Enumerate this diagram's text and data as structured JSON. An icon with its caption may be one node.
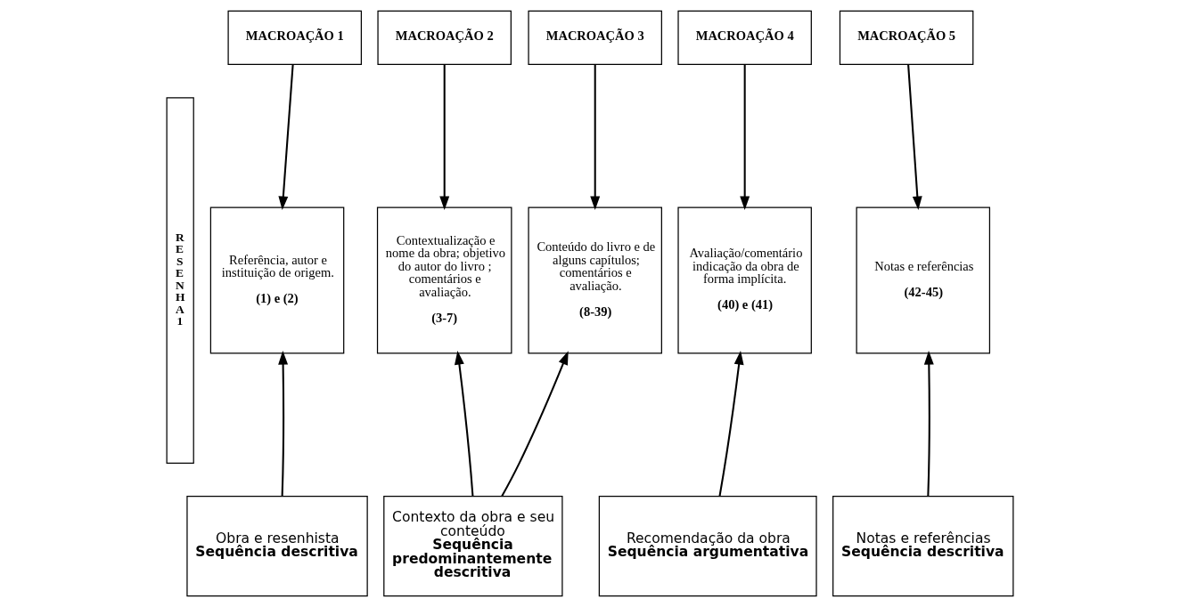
{
  "diagram": {
    "nodes": [
      {
        "text": [
          "R E S E N H A 1"
        ]
      },
      {
        "text": [
          "MACROAÇÃO 1"
        ]
      },
      {
        "text": [
          "MACROAÇÃO 2"
        ]
      },
      {
        "text": [
          "MACROAÇÃO 3"
        ]
      },
      {
        "text": [
          "MACROAÇÃO 4"
        ]
      },
      {
        "text": [
          "MACROAÇÃO 5"
        ]
      },
      {
        "text": [
          "Referência, autor e instituição de origem.",
          "(1) e (2)"
        ]
      },
      {
        "text": [
          "Contextualização e nome da obra; objetivo do autor do livro ; comentários e avaliação.",
          "(3-7)"
        ]
      },
      {
        "text": [
          "Conteúdo do livro e de alguns capítulos; comentários e avaliação.",
          "(8-39)"
        ]
      },
      {
        "text": [
          "Avaliação/comentário indicação da obra de forma implícita.",
          "(40) e (41)"
        ]
      },
      {
        "text": [
          "Notas e referências",
          "(42-45)"
        ]
      },
      {
        "text": [
          "Obra e resenhista",
          "Sequência descritiva"
        ]
      },
      {
        "text": [
          "Contexto da obra e seu conteúdo",
          "Sequência predominantemente descritiva"
        ]
      },
      {
        "text": [
          "Recomendação da obra",
          "Sequência argumentativa"
        ]
      },
      {
        "text": [
          "Notas e referências",
          "Sequência descritiva"
        ]
      }
    ],
    "edges": [
      {
        "from": 1,
        "to": 6,
        "arrow": "to"
      },
      {
        "from": 2,
        "to": 7,
        "arrow": "to"
      },
      {
        "from": 3,
        "to": 8,
        "arrow": "to"
      },
      {
        "from": 4,
        "to": 9,
        "arrow": "to"
      },
      {
        "from": 5,
        "to": 10,
        "arrow": "to"
      },
      {
        "from": 11,
        "to": 6,
        "arrow": "to"
      },
      {
        "from": 12,
        "to": 7,
        "arrow": "to"
      },
      {
        "from": 12,
        "to": 8,
        "arrow": "to"
      },
      {
        "from": 13,
        "to": 9,
        "arrow": "to"
      },
      {
        "from": 14,
        "to": 10,
        "arrow": "to"
      }
    ]
  }
}
